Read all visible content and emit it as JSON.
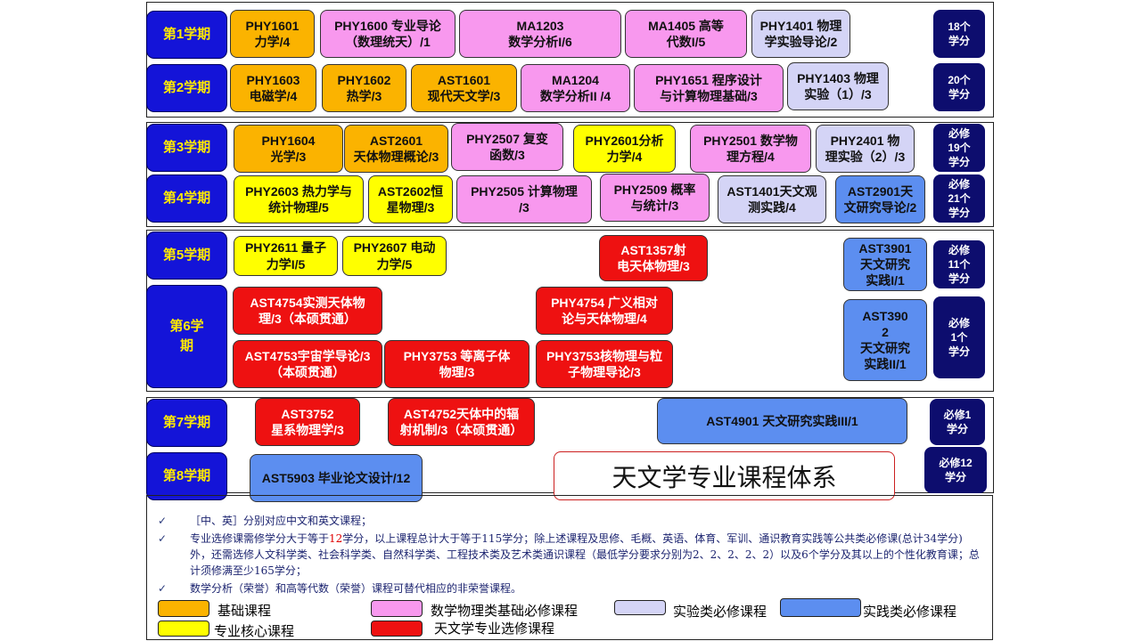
{
  "title": "天文学专业课程体系",
  "colors": {
    "foundation": "#fbb300",
    "math_physics_required": "#f898ee",
    "lab_required": "#d4d4f6",
    "core": "#ffff00",
    "practice_required": "#5c8ef0",
    "astro_elective": "#ee1111",
    "semester_label_bg": "#1414d8",
    "semester_label_text": "#ffea00",
    "credit_box_bg": "#0d0d6e"
  },
  "semesters": [
    {
      "label": "第1学期",
      "credits": "18个\n学分"
    },
    {
      "label": "第2学期",
      "credits": "20个\n学分"
    },
    {
      "label": "第3学期",
      "credits": "必修\n19个\n学分"
    },
    {
      "label": "第4学期",
      "credits": "必修\n21个\n学分"
    },
    {
      "label": "第5学期",
      "credits": "必修\n11个\n学分"
    },
    {
      "label": "第6学\n期",
      "credits": "必修\n1个\n学分"
    },
    {
      "label": "第7学期",
      "credits": "必修1\n学分"
    },
    {
      "label": "第8学期",
      "credits": "必修12\n学分"
    }
  ],
  "courses": {
    "s1": [
      {
        "text": "PHY1601\n力学/4",
        "category": "foundation"
      },
      {
        "text": "PHY1600 专业导论\n（数理统天）/1",
        "category": "mathphys"
      },
      {
        "text": "MA1203\n数学分析I/6",
        "category": "mathphys"
      },
      {
        "text": "MA1405 高等\n代数I/5",
        "category": "mathphys"
      },
      {
        "text": "PHY1401 物理\n学实验导论/2",
        "category": "lab"
      }
    ],
    "s2": [
      {
        "text": "PHY1603\n电磁学/4",
        "category": "foundation"
      },
      {
        "text": "PHY1602\n热学/3",
        "category": "foundation"
      },
      {
        "text": "AST1601\n现代天文学/3",
        "category": "foundation"
      },
      {
        "text": "MA1204\n数学分析II /4",
        "category": "mathphys"
      },
      {
        "text": "PHY1651 程序设计\n与计算物理基础/3",
        "category": "mathphys"
      },
      {
        "text": "PHY1403 物理\n实验（1）/3",
        "category": "lab"
      }
    ],
    "s3": [
      {
        "text": "PHY1604\n光学/3",
        "category": "foundation"
      },
      {
        "text": "AST2601\n天体物理概论/3",
        "category": "foundation"
      },
      {
        "text": "PHY2507 复变\n函数/3",
        "category": "mathphys"
      },
      {
        "text": "PHY2601分析\n力学/4",
        "category": "core"
      },
      {
        "text": "PHY2501 数学物\n理方程/4",
        "category": "mathphys"
      },
      {
        "text": "PHY2401 物\n理实验（2）/3",
        "category": "lab"
      }
    ],
    "s4": [
      {
        "text": "PHY2603 热力学与\n统计物理/5",
        "category": "core"
      },
      {
        "text": "AST2602恒\n星物理/3",
        "category": "core"
      },
      {
        "text": "PHY2505 计算物理\n/3",
        "category": "mathphys"
      },
      {
        "text": "PHY2509 概率\n与统计/3",
        "category": "mathphys"
      },
      {
        "text": "AST1401天文观\n测实践/4",
        "category": "lab"
      },
      {
        "text": "AST2901天\n文研究导论/2",
        "category": "practice"
      }
    ],
    "s5": [
      {
        "text": "PHY2611 量子\n力学I/5",
        "category": "core"
      },
      {
        "text": "PHY2607 电动\n力学/5",
        "category": "core"
      },
      {
        "text": "AST1357射\n电天体物理/3",
        "category": "elective"
      },
      {
        "text": "AST3901\n天文研究\n实践I/1",
        "category": "practice"
      }
    ],
    "s6": [
      {
        "text": "AST4754实测天体物\n理/3（本硕贯通）",
        "category": "elective"
      },
      {
        "text": "PHY4754 广义相对\n论与天体物理/4",
        "category": "elective"
      },
      {
        "text": "AST4753宇宙学导论/3\n（本硕贯通）",
        "category": "elective"
      },
      {
        "text": "PHY3753 等离子体\n物理/3",
        "category": "elective"
      },
      {
        "text": "PHY3753核物理与粒\n子物理导论/3",
        "category": "elective"
      },
      {
        "text": "AST390\n2\n天文研究\n实践II/1",
        "category": "practice"
      }
    ],
    "s7": [
      {
        "text": "AST3752\n星系物理学/3",
        "category": "elective"
      },
      {
        "text": "AST4752天体中的辐\n射机制/3（本硕贯通）",
        "category": "elective"
      },
      {
        "text": "AST4901 天文研究实践III/1",
        "category": "practice"
      }
    ],
    "s8": [
      {
        "text": "AST5903 毕业论文设计/12",
        "category": "practice"
      }
    ]
  },
  "notes": {
    "check": "✓",
    "n1": "［中、英］分别对应中文和英文课程；",
    "n2_pre": "专业选修课需修学分大于等于",
    "n2_num": "12",
    "n2_post": "学分，以上课程总计大于等于115学分；除上述课程及思修、毛概、英语、体育、军训、通识教育实践等公共类必修课(总计34学分)外，还需选修人文科学类、社会科学类、自然科学类、工程技术类及艺术类通识课程（最低学分要求分别为2、2、2、2、2）以及6个学分及其以上的个性化教育课；总计须修满至少165学分；",
    "n3": "数学分析（荣誉）和高等代数（荣誉）课程可替代相应的非荣誉课程。"
  },
  "legend": [
    {
      "label": "基础课程",
      "category": "foundation"
    },
    {
      "label": "数学物理类基础必修课程",
      "category": "mathphys"
    },
    {
      "label": "实验类必修课程",
      "category": "lab"
    },
    {
      "label": "实践类必修课程",
      "category": "practice"
    },
    {
      "label": "专业核心课程",
      "category": "core"
    },
    {
      "label": "天文学专业选修课程",
      "category": "elective"
    }
  ]
}
